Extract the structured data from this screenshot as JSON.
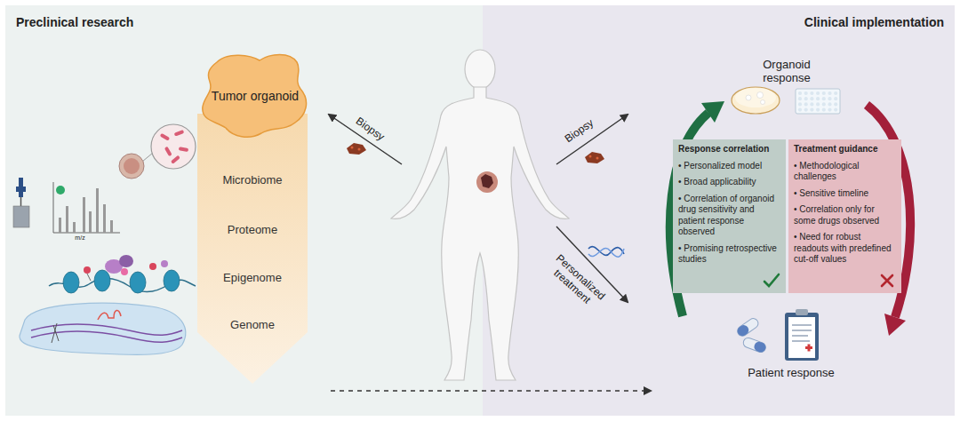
{
  "diagram": {
    "nodes": [
      {
        "text": [
          "Tumor organoid"
        ]
      },
      {
        "text": [
          "Microbiome",
          "Proteome",
          "Epigenome",
          "Genome"
        ]
      },
      {
        "text": [
          "Response correlation",
          "• Personalized model",
          "• Broad applicability",
          "• Correlation of organoid drug sensitivity and patient response observed",
          "• Promising retrospective studies"
        ]
      },
      {
        "text": [
          "Treatment guidance",
          "• Methodological challenges",
          "• Sensitive timeline",
          "• Correlation only for some drugs observed",
          "• Need for robust readouts with predefined cut-off values"
        ]
      }
    ],
    "labels": [
      "Preclinical research",
      "Clinical implementation",
      "m/z",
      "Biopsy",
      "Biopsy",
      "Personalized treatment",
      "Organoid response",
      "Patient response"
    ]
  }
}
